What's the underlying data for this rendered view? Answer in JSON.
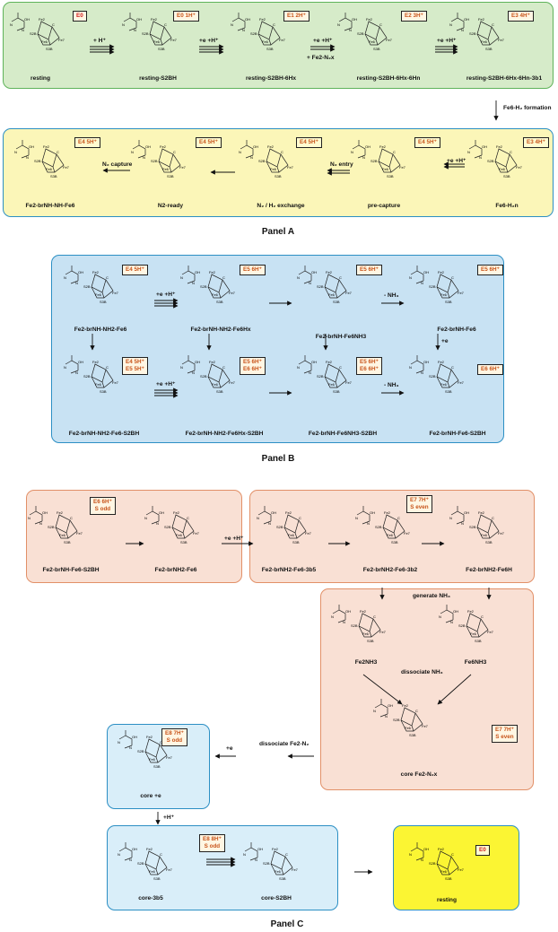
{
  "panel_titles": {
    "a": "Panel A",
    "b": "Panel B",
    "c": "Panel C"
  },
  "states": {
    "a1": {
      "name": "resting",
      "badge": "E0"
    },
    "a2": {
      "name": "resting-S2BH",
      "badge": "E0 1H⁺"
    },
    "a3": {
      "name": "resting-S2BH-6Hx",
      "badge": "E1 2H⁺"
    },
    "a4": {
      "name": "resting-S2BH-6Hx-6Hn",
      "badge": "E2 3H⁺"
    },
    "a5": {
      "name": "resting-S2BH-6Hx-6Hn-3b1",
      "badge": "E3 4H⁺"
    },
    "a6": {
      "name": "Fe2-brNH-NH-Fe6",
      "badge": "E4 5H⁺"
    },
    "a7": {
      "name": "N2-ready",
      "badge": "E4 5H⁺"
    },
    "a8": {
      "name": "N₂ / H₂ exchange",
      "badge": "E4 5H⁺"
    },
    "a9": {
      "name": "pre-capture",
      "badge": "E4 5H⁺"
    },
    "a10": {
      "name": "Fe6-H₂n",
      "badge": "E3 4H⁺"
    },
    "b1": {
      "name": "Fe2-brNH-NH2-Fe6",
      "badge": "E4 5H⁺"
    },
    "b2": {
      "name": "Fe2-brNH-NH2-Fe6Hx",
      "badge": "E5 6H⁺"
    },
    "b3": {
      "name": "Fe2-brNH-Fe6NH3",
      "badge": "E5 6H⁺"
    },
    "b4": {
      "name": "Fe2-brNH-Fe6",
      "badge": "E5 6H⁺"
    },
    "b5": {
      "name": "Fe2-brNH-NH2-Fe6-S2BH",
      "badge1": "E4 5H⁺",
      "badge2": "E5 5H⁺"
    },
    "b6": {
      "name": "Fe2-brNH-NH2-Fe6Hx-S2BH",
      "badge1": "E5 6H⁺",
      "badge2": "E6 6H⁺"
    },
    "b7": {
      "name": "Fe2-brNH-Fe6NH3-S2BH",
      "badge1": "E5 6H⁺",
      "badge2": "E6 6H⁺"
    },
    "b8": {
      "name": "Fe2-brNH-Fe6-S2BH",
      "badge": "E6 6H⁺"
    },
    "c1": {
      "name": "Fe2-brNH-Fe6-S2BH",
      "badge1": "E6 6H⁺",
      "badge2": "S odd"
    },
    "c2": {
      "name": "Fe2-brNH2-Fe6"
    },
    "c3": {
      "name": "Fe2-brNH2-Fe6-3b5"
    },
    "c4": {
      "name": "Fe2-brNH2-Fe6-3b2",
      "badge1": "E7 7H⁺",
      "badge2": "S even"
    },
    "c5": {
      "name": "Fe2-brNH2-Fe6H"
    },
    "c6": {
      "name": "Fe2NH3"
    },
    "c7": {
      "name": "Fe6NH3"
    },
    "c8": {
      "name": "core  Fe2-N₂x",
      "badge1": "E7 7H⁺",
      "badge2": "S even"
    },
    "c9": {
      "name": "core +e",
      "badge1": "E8 7H⁺",
      "badge2": "S odd"
    },
    "c10": {
      "name": "core-3b5",
      "badge1": "E8 8H⁺",
      "badge2": "S odd"
    },
    "c11": {
      "name": "core-S2BH"
    },
    "c12": {
      "name": "resting",
      "badge": "E0"
    }
  },
  "arrow_labels": {
    "a12": "+ H⁺",
    "a23": "+e +H⁺",
    "a34_top": "+e +H⁺",
    "a34_bot": "+ Fe2-N₂x",
    "a45": "+e +H⁺",
    "a_down": "Fe6-H₂ formation",
    "a10_9": "+e +H⁺",
    "a9_8": "N₂ entry",
    "a7_6": "N₂ capture",
    "b12": "+e +H⁺",
    "b34": "- NH₃",
    "b56": "+e +H⁺",
    "b78": "- NH₃",
    "b48": "+e",
    "c23": "+e +H⁺",
    "c_gen": "generate NH₃",
    "c_diss": "dissociate NH₃",
    "c_dissfe": "dissociate Fe2-N₂",
    "c_e": "+e",
    "c_h": "+H⁺"
  },
  "colors": {
    "green_bg": "#d6ebc9",
    "green_border": "#5fb35a",
    "yellow_bg": "#fbf6b8",
    "blue_border": "#2c8fc4",
    "blue_bg": "#c8e2f3",
    "salmon_bg": "#f9e0d4",
    "salmon_border": "#e29068",
    "lightblue_bg": "#d9eef9",
    "bright_yellow": "#fbf533",
    "badge_text": "#c8541a",
    "badge_red": "#d21f1f"
  }
}
